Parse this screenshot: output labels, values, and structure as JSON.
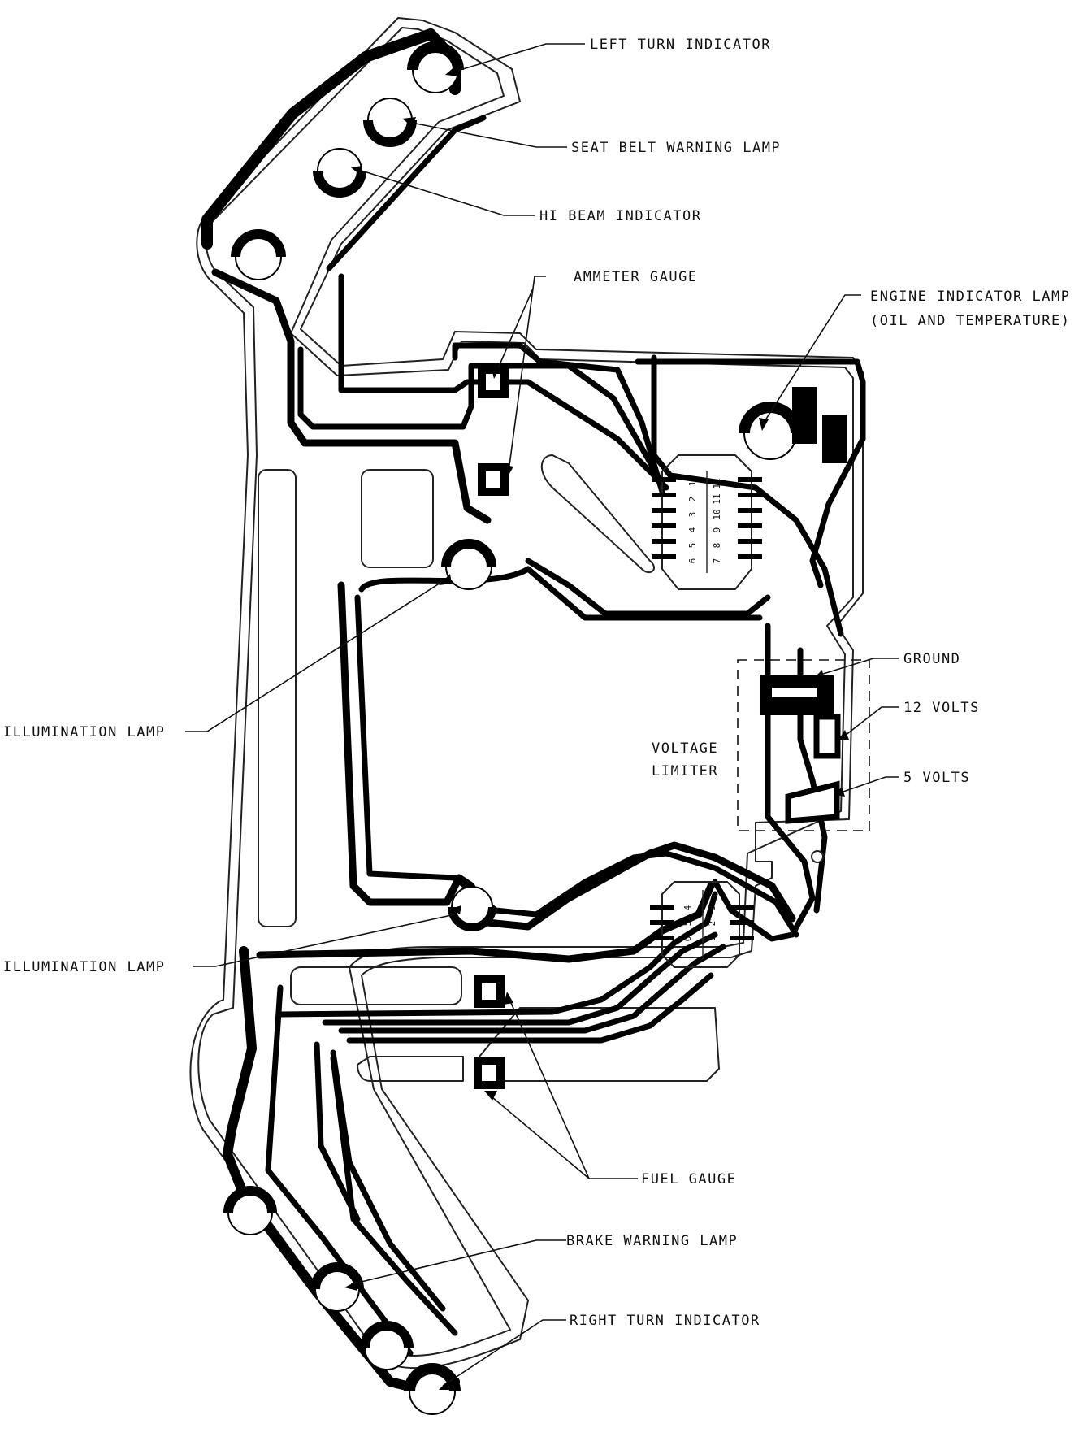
{
  "labels": {
    "left_turn": "LEFT TURN INDICATOR",
    "seat_belt": "SEAT BELT WARNING LAMP",
    "hi_beam": "HI BEAM INDICATOR",
    "ammeter": "AMMETER GAUGE",
    "engine_line1": "ENGINE INDICATOR LAMP",
    "engine_line2": "(OIL AND TEMPERATURE)",
    "illumination_upper": "ILLUMINATION LAMP",
    "illumination_lower": "ILLUMINATION LAMP",
    "ground": "GROUND",
    "volts12": "12 VOLTS",
    "volts5": "5 VOLTS",
    "voltage_limiter_1": "VOLTAGE",
    "voltage_limiter_2": "LIMITER",
    "fuel_gauge": "FUEL GAUGE",
    "brake": "BRAKE WARNING LAMP",
    "right_turn": "RIGHT TURN INDICATOR"
  },
  "connector_upper": {
    "top_row": [
      "6",
      "5",
      "4",
      "3",
      "2",
      "1"
    ],
    "bottom_row": [
      "7",
      "8",
      "9",
      "10",
      "11",
      "12"
    ]
  },
  "connector_lower": {
    "top_row": [
      "6",
      "5",
      "4"
    ],
    "bottom_row": [
      "1",
      "2",
      "3"
    ]
  }
}
